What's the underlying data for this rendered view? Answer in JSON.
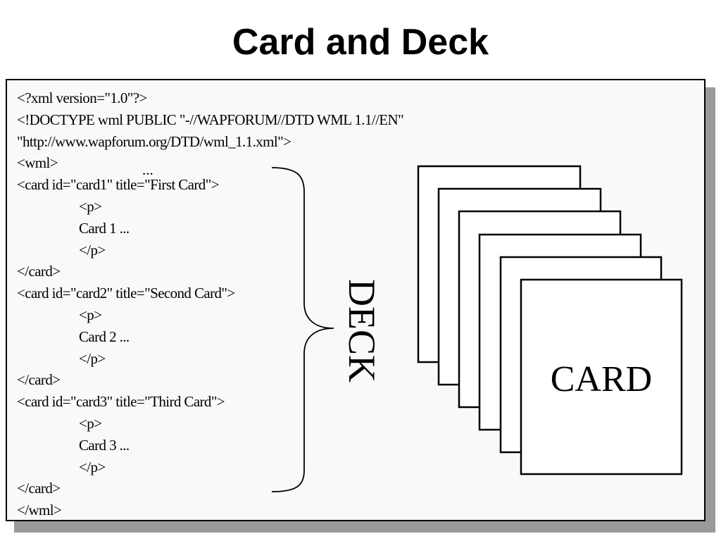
{
  "title": "Card and Deck",
  "code_lines": [
    {
      "text": "<?xml version=\"1.0\"?>",
      "indent": false
    },
    {
      "text": "<!DOCTYPE wml PUBLIC \"-//WAPFORUM//DTD WML 1.1//EN\"",
      "indent": false
    },
    {
      "text": "\"http://www.wapforum.org/DTD/wml_1.1.xml\">",
      "indent": false
    },
    {
      "text": "<wml>",
      "indent": false
    },
    {
      "text": "<card id=\"card1\" title=\"First Card\">",
      "indent": false
    },
    {
      "text": "<p>",
      "indent": true
    },
    {
      "text": "Card 1 ...",
      "indent": true
    },
    {
      "text": "</p>",
      "indent": true
    },
    {
      "text": "</card>",
      "indent": false
    },
    {
      "text": "<card id=\"card2\" title=\"Second Card\">",
      "indent": false
    },
    {
      "text": "<p>",
      "indent": true
    },
    {
      "text": "Card 2 ...",
      "indent": true
    },
    {
      "text": "</p>",
      "indent": true
    },
    {
      "text": "</card>",
      "indent": false
    },
    {
      "text": "<card id=\"card3\" title=\"Third Card\">",
      "indent": false
    },
    {
      "text": "<p>",
      "indent": true
    },
    {
      "text": "Card 3 ...",
      "indent": true
    },
    {
      "text": "</p>",
      "indent": true
    },
    {
      "text": "</card>",
      "indent": false
    },
    {
      "text": "</wml>",
      "indent": false
    }
  ],
  "ellipsis": "...",
  "deck_label": "DECK",
  "card_label": "CARD",
  "colors": {
    "panel": "#f9f9f9",
    "shadow": "#9a9a9a",
    "ink": "#000000"
  }
}
